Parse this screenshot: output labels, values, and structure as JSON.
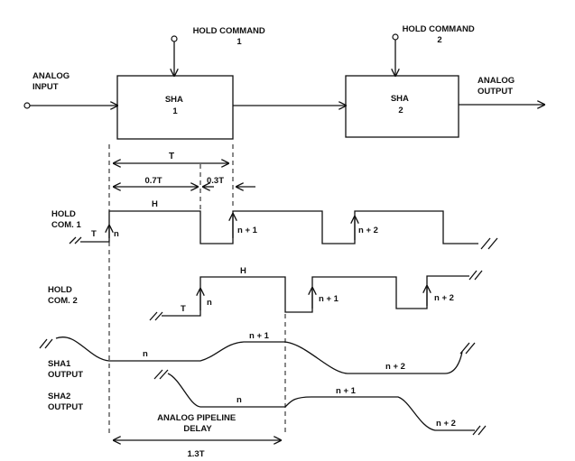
{
  "block": {
    "hold_command_1": [
      "HOLD COMMAND",
      "1"
    ],
    "hold_command_2": [
      "HOLD COMMAND",
      "2"
    ],
    "analog_input": [
      "ANALOG",
      "INPUT"
    ],
    "analog_output": [
      "ANALOG",
      "OUTPUT"
    ],
    "sha1": [
      "SHA",
      "1"
    ],
    "sha2": [
      "SHA",
      "2"
    ]
  },
  "timing": {
    "T": "T",
    "t07": "0.7T",
    "t03": "0.3T",
    "hold_com_1": [
      "HOLD",
      "COM. 1"
    ],
    "hold_com_2": [
      "HOLD",
      "COM. 2"
    ],
    "sha1_output": [
      "SHA1",
      "OUTPUT"
    ],
    "sha2_output": [
      "SHA2",
      "OUTPUT"
    ],
    "H": "H",
    "n": "n",
    "n1": "n + 1",
    "n2": "n + 2",
    "pipeline": [
      "ANALOG PIPELINE",
      "DELAY"
    ],
    "delay": "1.3T"
  }
}
